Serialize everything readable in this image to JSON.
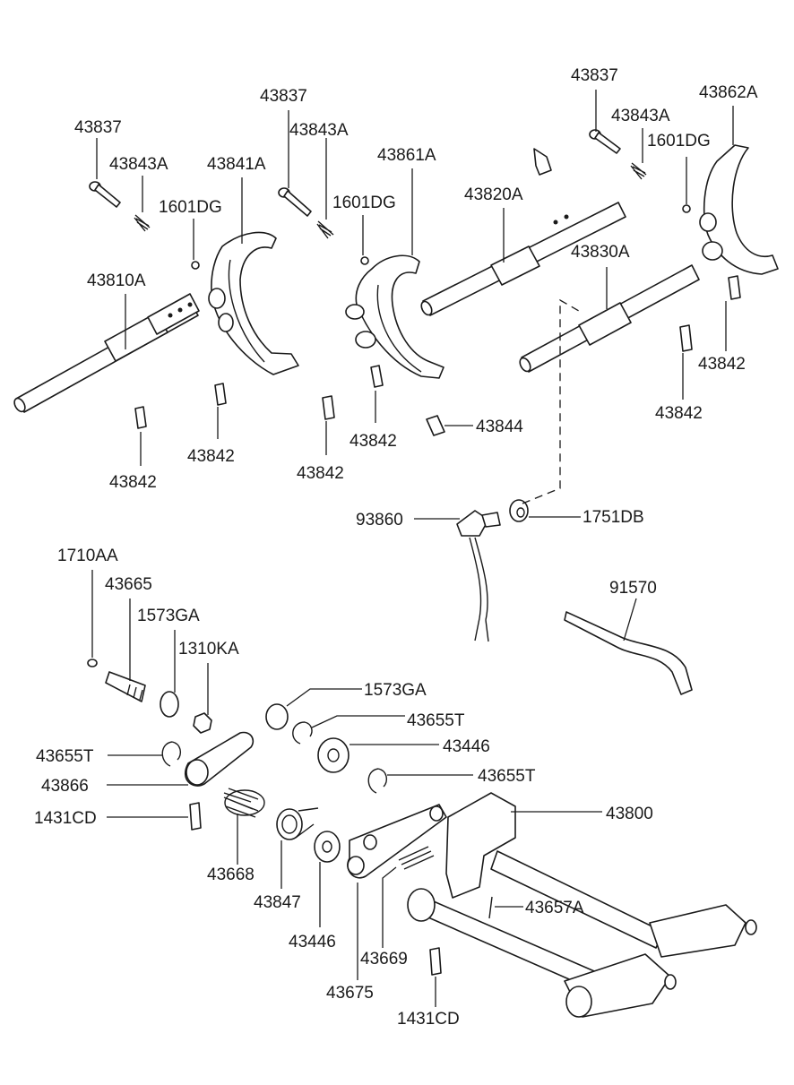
{
  "labels": {
    "l_43837_a": "43837",
    "l_43843a_a": "43843A",
    "l_43841a": "43841A",
    "l_1601dg_a": "1601DG",
    "l_43810a": "43810A",
    "l_43842_a": "43842",
    "l_43842_b": "43842",
    "l_43837_b": "43837",
    "l_43843a_b": "43843A",
    "l_1601dg_b": "1601DG",
    "l_43861a": "43861A",
    "l_43842_c": "43842",
    "l_43842_d": "43842",
    "l_43844": "43844",
    "l_43820a": "43820A",
    "l_43837_c": "43837",
    "l_43843a_c": "43843A",
    "l_1601dg_c": "1601DG",
    "l_43862a": "43862A",
    "l_43830a": "43830A",
    "l_43842_e": "43842",
    "l_43842_f": "43842",
    "l_93860": "93860",
    "l_1751db": "1751DB",
    "l_1710aa": "1710AA",
    "l_43665": "43665",
    "l_1573ga_a": "1573GA",
    "l_1310ka": "1310KA",
    "l_91570": "91570",
    "l_1573ga_b": "1573GA",
    "l_43655t_a": "43655T",
    "l_43446_a": "43446",
    "l_43655t_b": "43655T",
    "l_43655t_c": "43655T",
    "l_43866": "43866",
    "l_1431cd_a": "1431CD",
    "l_43800": "43800",
    "l_43668": "43668",
    "l_43847": "43847",
    "l_43446_b": "43446",
    "l_43657a": "43657A",
    "l_43669": "43669",
    "l_43675": "43675",
    "l_1431cd_b": "1431CD"
  }
}
